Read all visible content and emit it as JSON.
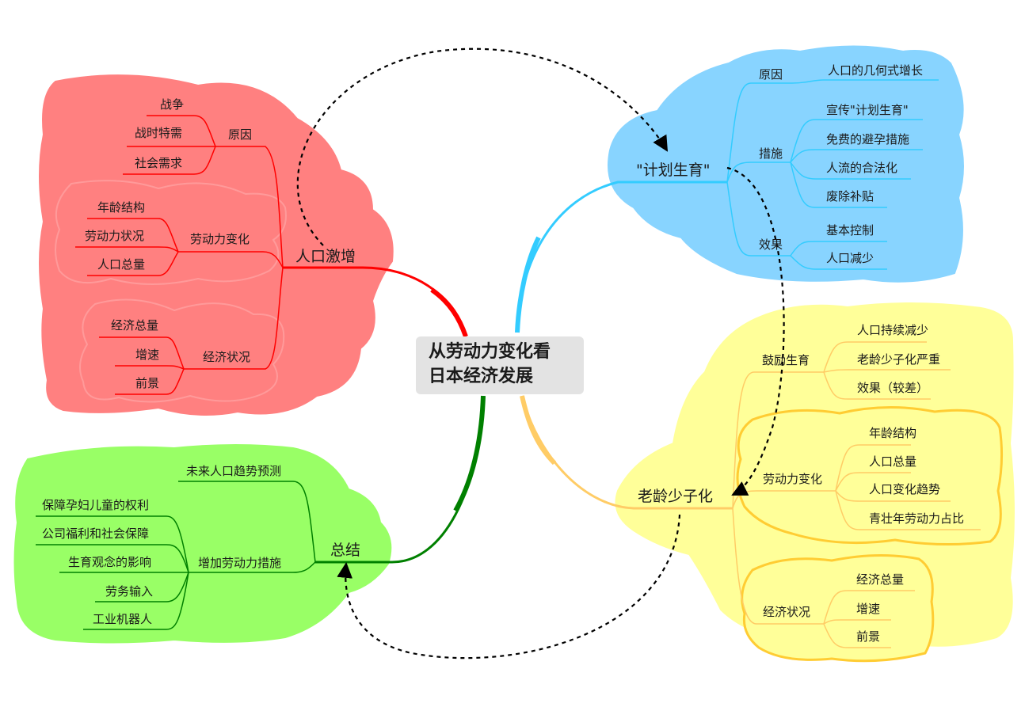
{
  "central": {
    "line1": "从劳动力变化看",
    "line2": "日本经济发展"
  },
  "colors": {
    "red_branch": "#ff0000",
    "red_cloud": "#ff8080",
    "blue_branch": "#33ccff",
    "blue_cloud": "#88d4ff",
    "yellow_branch": "#ffcc66",
    "yellow_cloud": "#ffff99",
    "green_branch": "#008000",
    "green_cloud": "#99ff66"
  },
  "red": {
    "title": "人口激增",
    "reason": {
      "label": "原因",
      "items": [
        "战争",
        "战时特需",
        "社会需求"
      ]
    },
    "labor": {
      "label": "劳动力变化",
      "items": [
        "年龄结构",
        "劳动力状况",
        "人口总量"
      ]
    },
    "economy": {
      "label": "经济状况",
      "items": [
        "经济总量",
        "增速",
        "前景"
      ]
    }
  },
  "blue": {
    "title": "\"计划生育\"",
    "reason": {
      "label": "原因",
      "items": [
        "人口的几何式增长"
      ]
    },
    "measures": {
      "label": "措施",
      "items": [
        "宣传\"计划生育\"",
        "免费的避孕措施",
        "人流的合法化",
        "废除补贴"
      ]
    },
    "effect": {
      "label": "效果",
      "items": [
        "基本控制",
        "人口减少"
      ]
    }
  },
  "yellow": {
    "title": "老龄少子化",
    "encourage": {
      "label": "鼓励生育",
      "items": [
        "人口持续减少",
        "老龄少子化严重",
        "效果（较差）"
      ]
    },
    "labor": {
      "label": "劳动力变化",
      "items": [
        "年龄结构",
        "人口总量",
        "人口变化趋势",
        "青壮年劳动力占比"
      ]
    },
    "economy": {
      "label": "经济状况",
      "items": [
        "经济总量",
        "增速",
        "前景"
      ]
    }
  },
  "green": {
    "title": "总结",
    "forecast": {
      "label": "未来人口趋势预测"
    },
    "measures": {
      "label": "增加劳动力措施",
      "items": [
        "保障孕妇儿童的权利",
        "公司福利和社会保障",
        "生育观念的影响",
        "劳务输入",
        "工业机器人"
      ]
    }
  }
}
